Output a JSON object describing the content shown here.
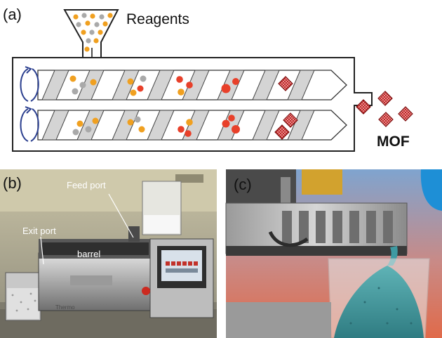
{
  "panel_a": {
    "panel_label": "(a)",
    "reagents_label": "Reagents",
    "mof_label": "MOF"
  },
  "panel_b": {
    "panel_label": "(b)",
    "feed_port_label": "Feed port",
    "exit_port_label": "Exit port",
    "barrel_label": "barrel",
    "brand_label": "Thermo"
  },
  "panel_c": {
    "panel_label": "(c)"
  },
  "colors": {
    "orange": "#f0a020",
    "grey": "#a9a9a9",
    "red": "#e8402a",
    "mof_red": "#b01818",
    "rotation_blue": "#2b3f8f",
    "powder_teal": "#4aa0a6"
  },
  "icons": [
    "hopper",
    "screw-flight",
    "rotation-arrow",
    "mof-crystal",
    "feed-arrow"
  ]
}
